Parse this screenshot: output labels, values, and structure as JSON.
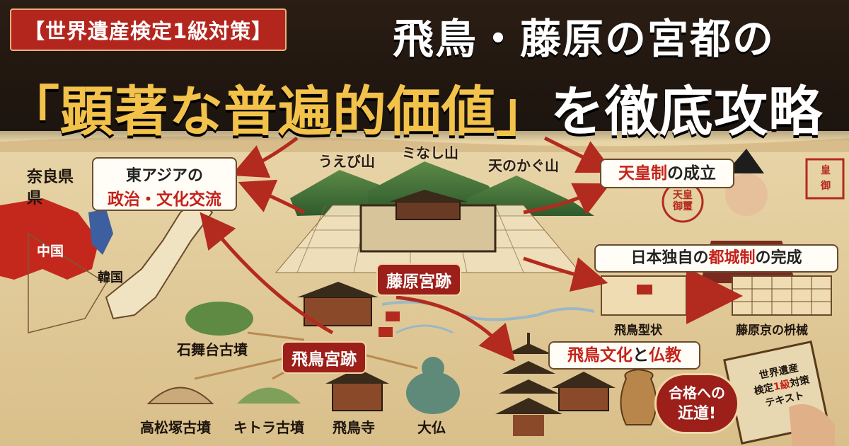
{
  "header": {
    "tag": "【世界遺産検定1級対策】",
    "title_line1": "飛鳥・藤原の宮都の",
    "title_line2_hl": "「顕著な普遍的価値」",
    "title_line2_rest": "を徹底攻略"
  },
  "map": {
    "region_nara": "奈良県",
    "region_ken": "県",
    "china": "中国",
    "korea": "韓国"
  },
  "mountains": [
    "うえび山",
    "ミなし山",
    "天のかぐ山"
  ],
  "boxes": {
    "east_asia_line1": "東アジアの",
    "east_asia_line2": "政治・文化交流",
    "tenno_hl": "天皇制",
    "tenno_rest": "の成立",
    "toshi_pre": "日本独自の",
    "toshi_hl": "都城制",
    "toshi_post": "の完成",
    "toshi_left": "飛鳥型状",
    "toshi_right": "藤原京の枡械",
    "asuka_culture_hl": "飛鳥文化",
    "asuka_culture_mid": "と",
    "asuka_culture_hl2": "仏教"
  },
  "sites": {
    "fujiwara": "藤原宮跡",
    "asuka": "飛鳥宮跡",
    "ishibutai": "石舞台古墳",
    "takamatsuzuka": "高松塚古墳",
    "kitora": "キトラ古墳",
    "asukadera": "飛鳥寺",
    "daibutsu": "大仏"
  },
  "badge": {
    "line1": "合格への",
    "line2": "近道!"
  },
  "book": {
    "line1": "世界遺産",
    "line2_a": "検定",
    "line2_b": "1級",
    "line2_c": "対策",
    "line3": "テキスト"
  },
  "seal": {
    "a": "天皇",
    "b": "御璽",
    "c": "皇",
    "d": "御"
  },
  "colors": {
    "accent_red": "#b3261e",
    "gold": "#f2c24a",
    "parchment": "#e9d7ae"
  }
}
